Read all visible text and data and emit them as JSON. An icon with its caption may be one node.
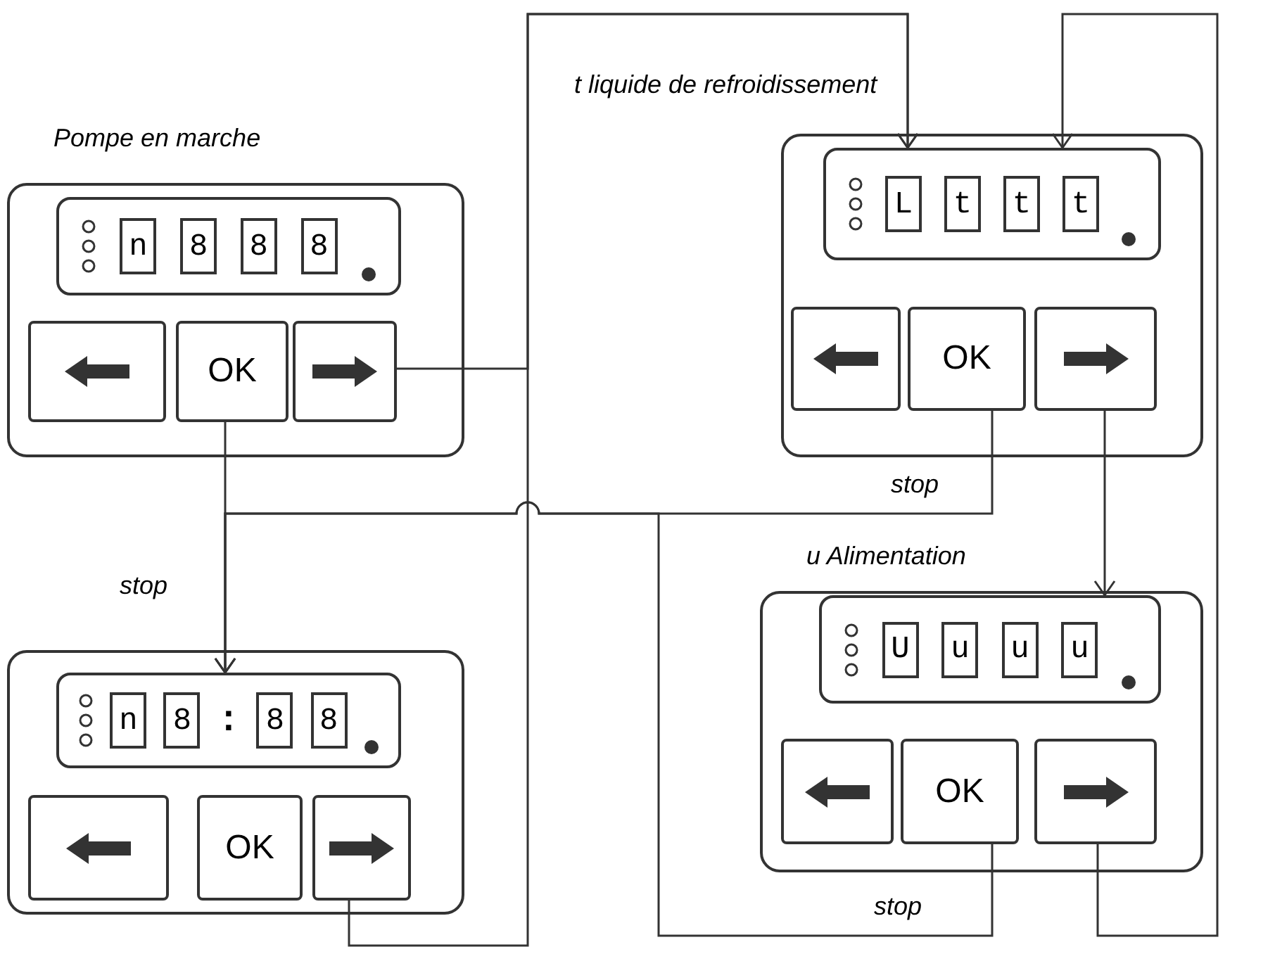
{
  "diagram": {
    "nodes": [
      {
        "text": [
          "Pompe en marche"
        ]
      },
      {
        "text": [],
        "shape": "box",
        "in": 0
      },
      {
        "text": [
          "n"
        ],
        "in": 1
      },
      {
        "text": [
          "8"
        ],
        "in": 1
      },
      {
        "text": [
          "8"
        ],
        "in": 1
      },
      {
        "text": [
          "8"
        ],
        "in": 1
      },
      {
        "text": [],
        "shape": "box",
        "in": 0
      },
      {
        "text": [
          "OK"
        ],
        "in": 0
      },
      {
        "text": [],
        "shape": "box",
        "in": 0
      },
      {
        "text": [
          "t liquide de refroidissement"
        ]
      },
      {
        "text": [],
        "shape": "box",
        "in": 9
      },
      {
        "text": [
          "L"
        ],
        "in": 10
      },
      {
        "text": [
          "t"
        ],
        "in": 10
      },
      {
        "text": [
          "t"
        ],
        "in": 10
      },
      {
        "text": [
          "t"
        ],
        "in": 10
      },
      {
        "text": [],
        "shape": "box",
        "in": 9
      },
      {
        "text": [
          "OK"
        ],
        "in": 9
      },
      {
        "text": [],
        "shape": "box",
        "in": 9
      },
      {
        "text": [
          "u Alimentation"
        ]
      },
      {
        "text": [],
        "shape": "box",
        "in": 18
      },
      {
        "text": [
          "U"
        ],
        "in": 19
      },
      {
        "text": [
          "u"
        ],
        "in": 19
      },
      {
        "text": [
          "u"
        ],
        "in": 19
      },
      {
        "text": [
          "u"
        ],
        "in": 19
      },
      {
        "text": [],
        "shape": "box",
        "in": 18
      },
      {
        "text": [
          "OK"
        ],
        "in": 18
      },
      {
        "text": [],
        "shape": "box",
        "in": 18
      },
      {
        "text": [],
        "shape": "box"
      },
      {
        "text": [],
        "shape": "box",
        "in": 27
      },
      {
        "text": [
          "n"
        ],
        "in": 28
      },
      {
        "text": [
          "8"
        ],
        "in": 28
      },
      {
        "text": [
          "8"
        ],
        "in": 28
      },
      {
        "text": [
          "8"
        ],
        "in": 28
      },
      {
        "text": [],
        "shape": "box",
        "in": 27
      },
      {
        "text": [
          "OK"
        ],
        "in": 27
      },
      {
        "text": [],
        "shape": "box",
        "in": 27
      }
    ],
    "edges": [
      {
        "from": 8,
        "to": 10,
        "arrow": "to"
      },
      {
        "from": 26,
        "to": 10,
        "arrow": "to"
      },
      {
        "from": 35,
        "to": 10,
        "arrow": "to"
      },
      {
        "from": 7,
        "to": 28,
        "arrow": "to",
        "label": "stop"
      },
      {
        "from": 16,
        "to": 28,
        "arrow": "to",
        "label": "stop"
      },
      {
        "from": 25,
        "to": 28,
        "arrow": "to",
        "label": "stop"
      },
      {
        "from": 17,
        "to": 19,
        "arrow": "to"
      }
    ],
    "labels": [
      ":"
    ]
  }
}
